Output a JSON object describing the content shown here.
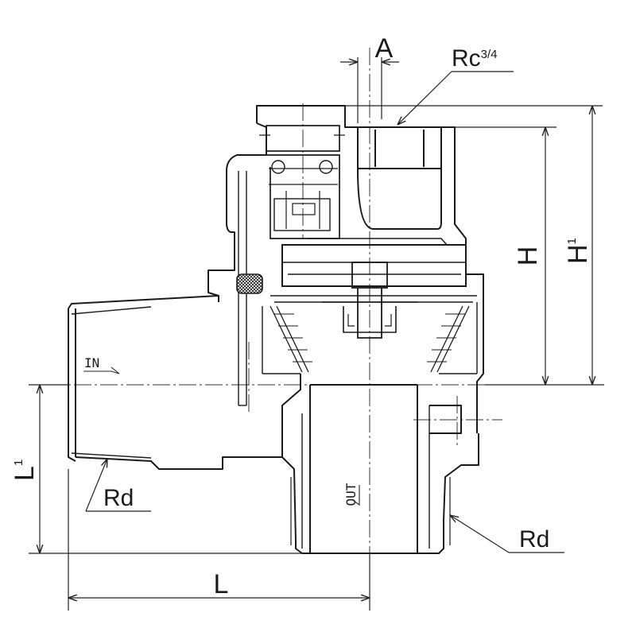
{
  "labels": {
    "a": "A",
    "rc_base": "Rc",
    "rc_sup": "3/4",
    "h": "H",
    "h1": "H",
    "h1_sub": "1",
    "l1": "L",
    "l1_sub": "1",
    "l": "L",
    "rd_left": "Rd",
    "rd_right": "Rd",
    "in": "IN",
    "out": "OUT"
  }
}
